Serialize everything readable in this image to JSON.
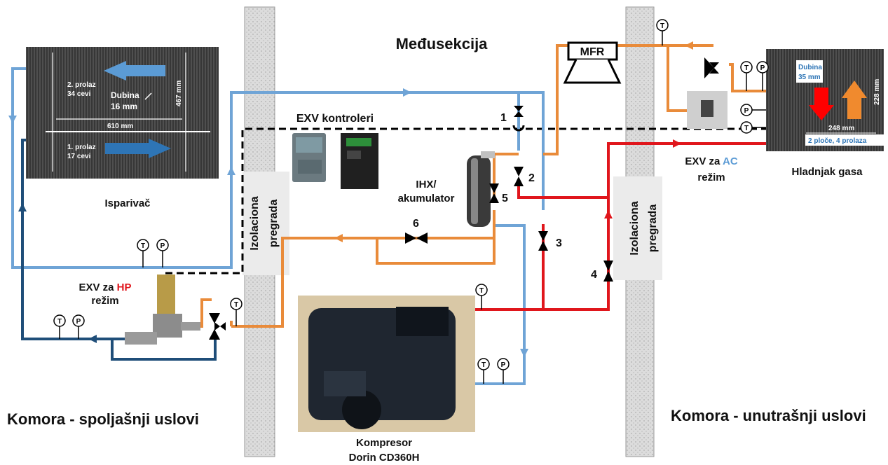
{
  "labels": {
    "medjusekcija": "Međusekcija",
    "exv_kontroleri": "EXV kontroleri",
    "isparivac": "Isparivač",
    "ihx_line1": "IHX/",
    "ihx_line2": "akumulator",
    "exv_hp_prefix": "EXV za ",
    "exv_hp_mode": "HP",
    "exv_hp_line2": "režim",
    "exv_ac_prefix": "EXV za ",
    "exv_ac_mode": "AC",
    "exv_ac_line2": "režim",
    "hladnjak": "Hladnjak gasa",
    "kompresor_line1": "Kompresor",
    "kompresor_line2": "Dorin CD360H",
    "komora_spolj": "Komora - spoljašnji uslovi",
    "komora_unutr": "Komora - unutrašnji uslovi",
    "izolaciona": "Izolaciona",
    "pregrada": "pregrada",
    "mfr": "MFR"
  },
  "evaporator_photo": {
    "pass2_line1": "2. prolaz",
    "pass2_line2": "34 cevi",
    "pass1_line1": "1. prolaz",
    "pass1_line2": "17 cevi",
    "depth_line1": "Dubina",
    "depth_line2": "16 mm",
    "width": "610 mm",
    "height": "467 mm"
  },
  "gascooler_photo": {
    "depth_line1": "Dubina",
    "depth_line2": "35 mm",
    "height": "228 mm",
    "width": "248 mm",
    "plates": "2 ploče, 4 prolaza"
  },
  "valves": [
    "1",
    "2",
    "3",
    "4",
    "5",
    "6"
  ],
  "sensors": {
    "t": "T",
    "p": "P"
  },
  "colors": {
    "suction_blue": "#6fa4d6",
    "liquid_darkblue": "#1f4e79",
    "discharge_red": "#e0161c",
    "gascooler_orange": "#e98b3a",
    "dashed_control": "#000000",
    "wall": "#d4d4d4"
  }
}
